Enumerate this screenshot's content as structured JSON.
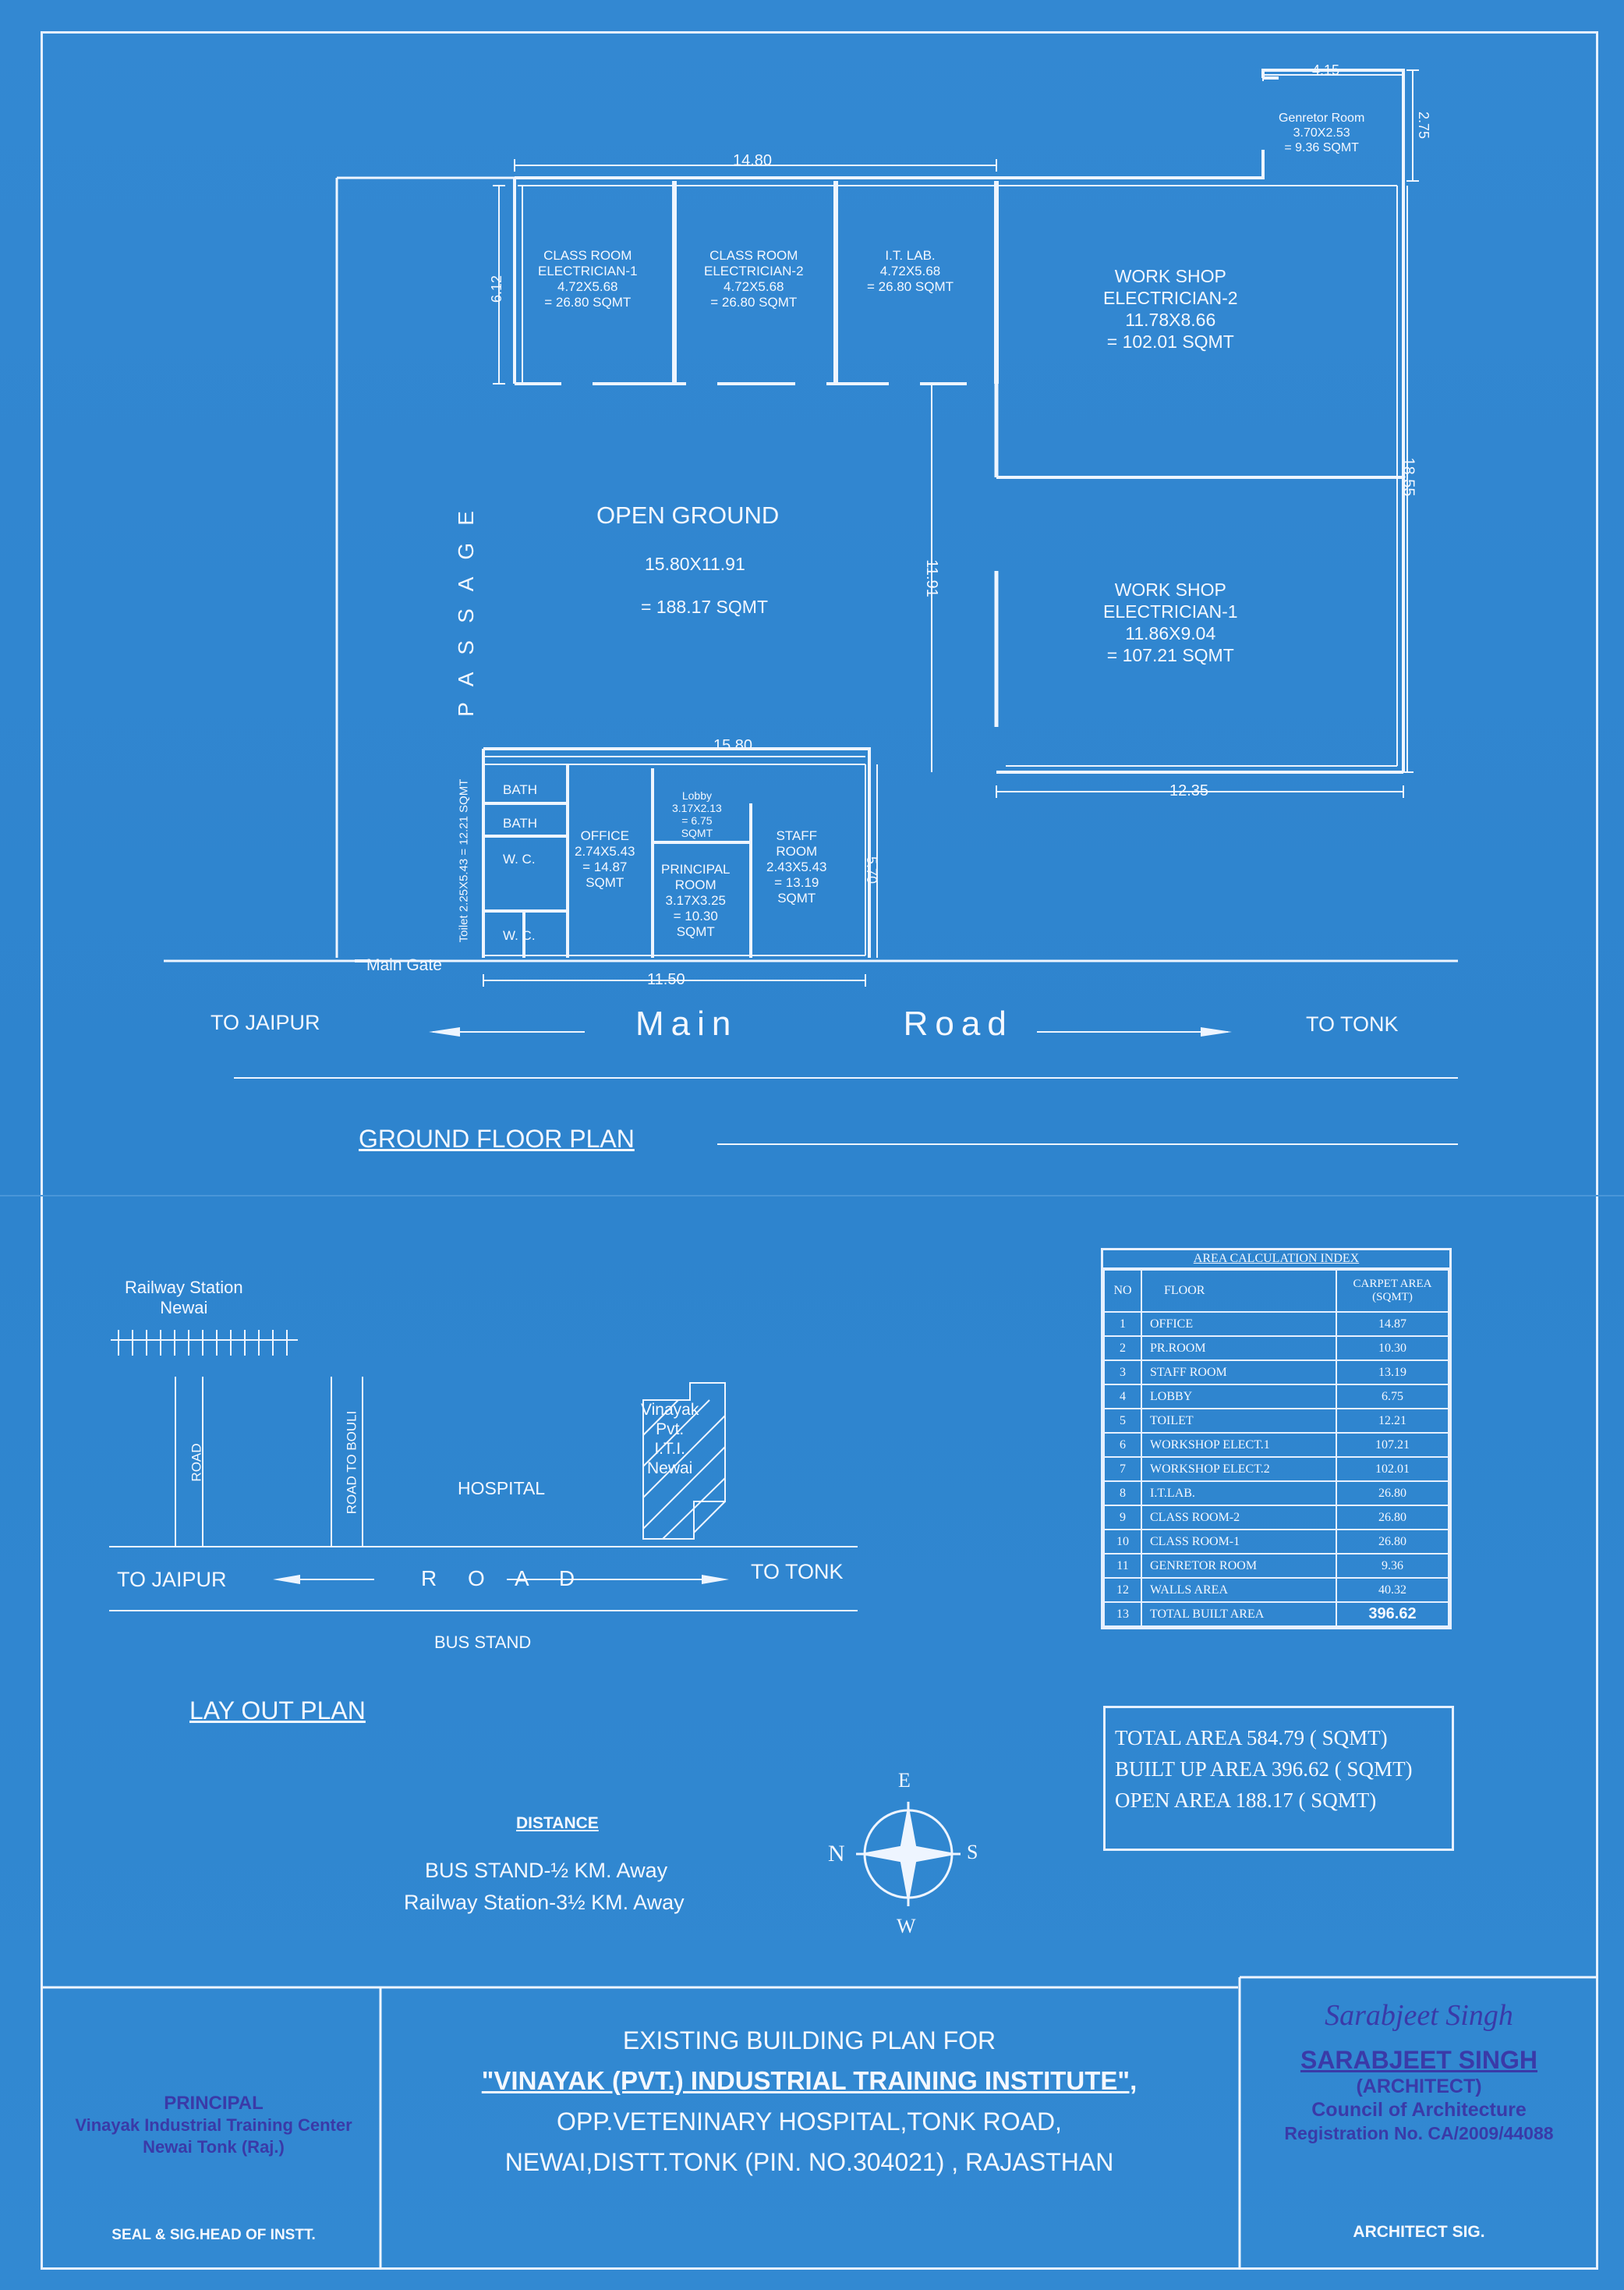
{
  "ground_floor": {
    "title": "GROUND FLOOR PLAN",
    "dims": {
      "top_width": "14.80",
      "gen_width": "4.15",
      "gen_height": "2.75",
      "classroom_depth": "6.12",
      "open_ground_depth": "11.91",
      "right_depth": "18.55",
      "front_width": "15.80",
      "workshop_width": "12.35",
      "front_depth": "5.70",
      "bottom_width": "11.50"
    },
    "rooms": {
      "gen": [
        "Genretor Room",
        "3.70X2.53",
        "= 9.36 SQMT"
      ],
      "class1": [
        "CLASS ROOM",
        "ELECTRICIAN-1",
        "4.72X5.68",
        "= 26.80 SQMT"
      ],
      "class2": [
        "CLASS ROOM",
        "ELECTRICIAN-2",
        "4.72X5.68",
        "= 26.80 SQMT"
      ],
      "itlab": [
        "I.T. LAB.",
        "4.72X5.68",
        "= 26.80 SQMT"
      ],
      "ws2": [
        "WORK SHOP",
        "ELECTRICIAN-2",
        "11.78X8.66",
        "= 102.01 SQMT"
      ],
      "ws1": [
        "WORK SHOP",
        "ELECTRICIAN-1",
        "11.86X9.04",
        "= 107.21 SQMT"
      ],
      "open_title": "OPEN GROUND",
      "open_dim": "15.80X11.91",
      "open_area": "= 188.17 SQMT",
      "passage": "PASSAGE",
      "bath1": "BATH",
      "bath2": "BATH",
      "wc1": "W. C.",
      "wc2": "W. C.",
      "toilet": "Toilet 2.25X5.43 = 12.21 SQMT",
      "office": [
        "OFFICE",
        "2.74X5.43",
        "= 14.87",
        "SQMT"
      ],
      "lobby": [
        "Lobby",
        "3.17X2.13",
        "= 6.75",
        "SQMT"
      ],
      "principal": [
        "PRINCIPAL",
        "ROOM",
        "3.17X3.25",
        "= 10.30",
        "SQMT"
      ],
      "staff": [
        "STAFF",
        "ROOM",
        "2.43X5.43",
        "= 13.19",
        "SQMT"
      ],
      "main_gate": "Main Gate"
    },
    "road": {
      "left": "TO JAIPUR",
      "center": "Main          Road",
      "right": "TO TONK"
    }
  },
  "layout_plan": {
    "title": "LAY OUT PLAN",
    "railway": [
      "Railway Station",
      "Newai"
    ],
    "road_label": "ROAD",
    "road_bouli": "ROAD TO BOULI",
    "hospital": "HOSPITAL",
    "site": [
      "Vinayak",
      "Pvt.",
      "I.T.I.",
      "Newai"
    ],
    "to_jaipur": "TO JAIPUR",
    "road": "R O A D",
    "to_tonk": "TO TONK",
    "bus_stand": "BUS STAND"
  },
  "distance": {
    "title": "DISTANCE",
    "lines": [
      "BUS STAND-½ KM. Away",
      "Railway Station-3½ KM. Away"
    ]
  },
  "compass": {
    "n": "N",
    "e": "E",
    "s": "S",
    "w": "W"
  },
  "area_table": {
    "title": "AREA CALCULATION INDEX",
    "headers": [
      "NO",
      "FLOOR",
      "CARPET AREA (SQMT)"
    ],
    "rows": [
      [
        "1",
        "OFFICE",
        "14.87"
      ],
      [
        "2",
        "PR.ROOM",
        "10.30"
      ],
      [
        "3",
        "STAFF ROOM",
        "13.19"
      ],
      [
        "4",
        "LOBBY",
        "6.75"
      ],
      [
        "5",
        "TOILET",
        "12.21"
      ],
      [
        "6",
        "WORKSHOP ELECT.1",
        "107.21"
      ],
      [
        "7",
        "WORKSHOP ELECT.2",
        "102.01"
      ],
      [
        "8",
        "I.T.LAB.",
        "26.80"
      ],
      [
        "9",
        "CLASS ROOM-2",
        "26.80"
      ],
      [
        "10",
        "CLASS ROOM-1",
        "26.80"
      ],
      [
        "11",
        "GENRETOR ROOM",
        "9.36"
      ],
      [
        "12",
        "WALLS AREA",
        "40.32"
      ],
      [
        "13",
        "TOTAL BUILT AREA",
        "396.62"
      ]
    ]
  },
  "totals": [
    "TOTAL AREA 584.79 ( SQMT)",
    "BUILT UP AREA 396.62 ( SQMT)",
    "OPEN AREA 188.17 ( SQMT)"
  ],
  "title_block": {
    "lines": [
      "EXISTING BUILDING PLAN FOR",
      "\"VINAYAK (PVT.) INDUSTRIAL TRAINING  INSTITUTE\",",
      "OPP.VETENINARY HOSPITAL,TONK ROAD,",
      "NEWAI,DISTT.TONK (PIN. NO.304021) , RAJASTHAN"
    ],
    "left_stamp": [
      "PRINCIPAL",
      "Vinayak Industrial Training Center",
      "Newai Tonk (Raj.)"
    ],
    "left_caption": "SEAL & SIG.HEAD OF INSTT.",
    "right_signature": "Sarabjeet Singh",
    "right_stamp": [
      "SARABJEET SINGH",
      "(ARCHITECT)",
      "Council of Architecture",
      "Registration No. CA/2009/44088"
    ],
    "right_caption": "ARCHITECT SIG."
  },
  "colors": {
    "paper": "#2f87cf",
    "ink": "#f4f8ff",
    "stamp": "#3a3aa8"
  }
}
